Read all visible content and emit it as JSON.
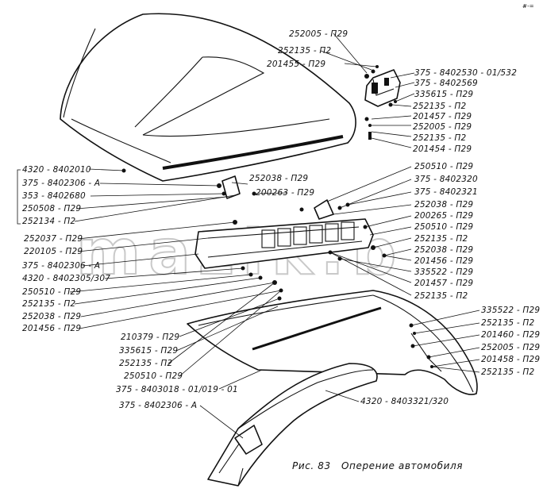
{
  "caption": "Рис. 83   Оперение автомобиля",
  "watermark": "mazik.b",
  "corner_mark": "#-=",
  "labels": {
    "l01": "252005 - П29",
    "l02": "252135 - П2",
    "l03": "201455 - П29",
    "l04": "375 - 8402530 - 01/532",
    "l05": "375 - 8402569",
    "l06": "335615 - П29",
    "l07": "252135 - П2",
    "l08": "201457 - П29",
    "l09": "252005 - П29",
    "l10": "252135 - П2",
    "l11": "201454 - П29",
    "l12": "4320 - 8402010",
    "l13": "375 - 8402306 - А",
    "l14": "353 - 8402680",
    "l15": "250508 - П29",
    "l16": "252134 - П2",
    "l17": "252037 - П29",
    "l18": "220105 - П29",
    "l19": "375 - 8402306 - А",
    "l20": "4320 - 8402305/307",
    "l21": "250510 - П29",
    "l22": "252135 - П2",
    "l23": "252038 - П29",
    "l24": "201456 - П29",
    "l25": "252038 - П29",
    "l26": "200263 - П29",
    "l27": "250510 - П29",
    "l28": "375 - 8402320",
    "l29": "375 - 8402321",
    "l30": "252038 - П29",
    "l31": "200265 - П29",
    "l32": "250510 - П29",
    "l33": "252135 - П2",
    "l34": "252038 - П29",
    "l35": "201456 - П29",
    "l36": "335522 - П29",
    "l37": "201457 - П29",
    "l38": "252135 - П2",
    "l39": "210379 - П29",
    "l40": "335615 - П29",
    "l41": "252135 - П2",
    "l42": "250510 - П29",
    "l43": "375 - 8403018 - 01/019 - 01",
    "l44": "375 - 8402306 - А",
    "l45": "4320 - 8403321/320",
    "l46": "335522 - П29",
    "l47": "252135 - П2",
    "l48": "201460 - П29",
    "l49": "252005 - П29",
    "l50": "201458 - П29",
    "l51": "252135 - П2"
  }
}
